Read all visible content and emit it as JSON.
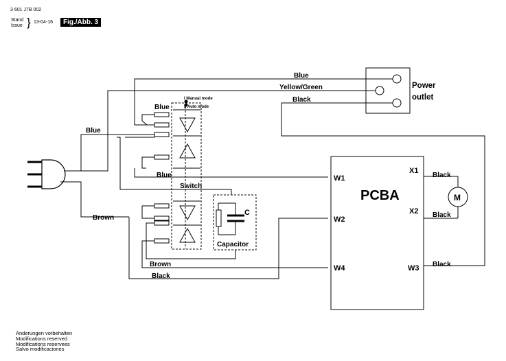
{
  "header": {
    "doc_number": "3 601 J7B 002",
    "stand_label": "Stand",
    "issue_label": "Issue",
    "date": "13-04-16",
    "fig_label": "Fig./Abb. 3"
  },
  "diagram": {
    "power_outlet": "Power outlet",
    "power_outlet_line1": "Power",
    "power_outlet_line2": "outlet",
    "pcba": "PCBA",
    "switch": "Switch",
    "capacitor": "Capacitor",
    "capacitor_ref": "C",
    "motor": "M",
    "mode_manual": "I   Manual mode",
    "mode_auto": "II   Auto mode",
    "terminals": {
      "w1": "W1",
      "w2": "W2",
      "w3": "W3",
      "w4": "W4",
      "x1": "X1",
      "x2": "X2"
    },
    "wires": {
      "blue_top": "Blue",
      "yellow_green": "Yellow/Green",
      "black_top": "Black",
      "blue_switch": "Blue",
      "blue_plug": "Blue",
      "blue_w1": "Blue",
      "brown_left": "Brown",
      "brown_bottom": "Brown",
      "black_bottom": "Black",
      "black_x1": "Black",
      "black_x2": "Black",
      "black_w3": "Black"
    }
  },
  "footer": {
    "notes": [
      "Änderungen vorbehalten",
      "Modifications reserved",
      "Modifications reservees",
      "Salvo modificaciones"
    ]
  }
}
